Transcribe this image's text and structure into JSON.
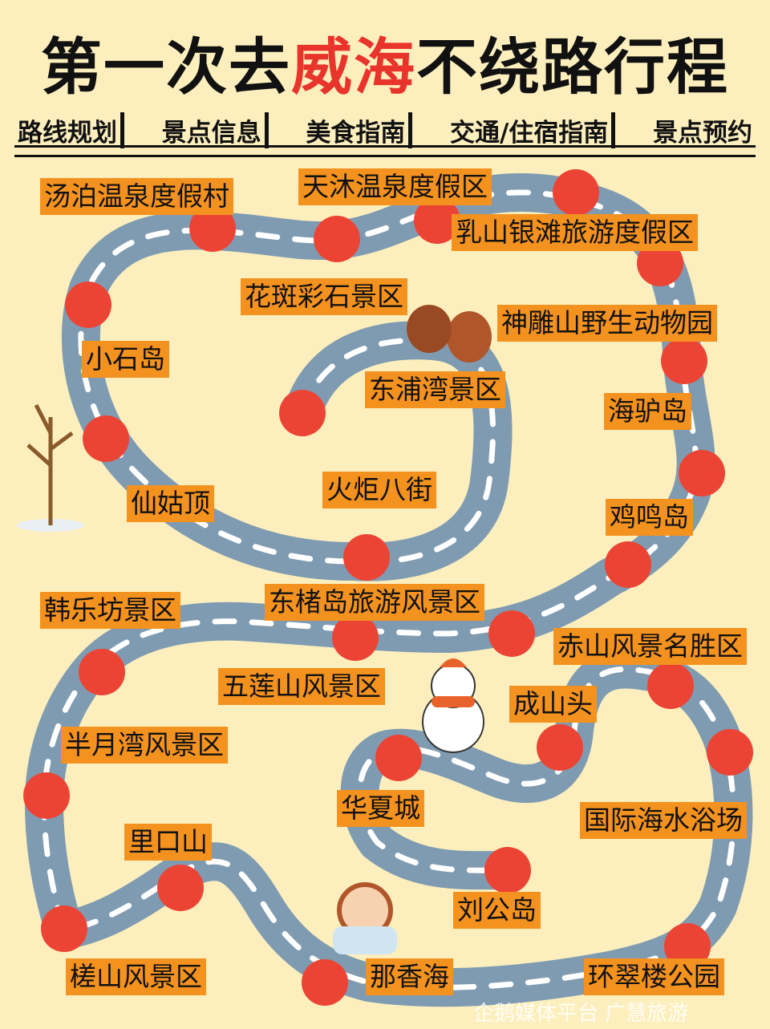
{
  "title": {
    "pre": "第一次去",
    "highlight": "威海",
    "post": "不绕路行程",
    "highlight_color": "#e8342b"
  },
  "nav": [
    "路线规划",
    "景点信息",
    "美食指南",
    "交通/住宿指南",
    "景点预约"
  ],
  "colors": {
    "background": "#fdefbd",
    "road": "#7f9bb2",
    "stop": "#ec4434",
    "label": "#f4921f"
  },
  "stops": [
    "汤泊温泉度假村",
    "天沐温泉度假区",
    "乳山银滩旅游度假区",
    "花斑彩石景区",
    "神雕山野生动物园",
    "小石岛",
    "东浦湾景区",
    "海驴岛",
    "仙姑顶",
    "火炬八街",
    "鸡鸣岛",
    "韩乐坊景区",
    "东楮岛旅游风景区",
    "赤山风景名胜区",
    "五莲山风景区",
    "成山头",
    "半月湾风景区",
    "华夏城",
    "国际海水浴场",
    "里口山",
    "刘公岛",
    "槎山风景区",
    "那香海",
    "环翠楼公园"
  ],
  "watermark": "企鹅媒体平台 广慧旅游"
}
